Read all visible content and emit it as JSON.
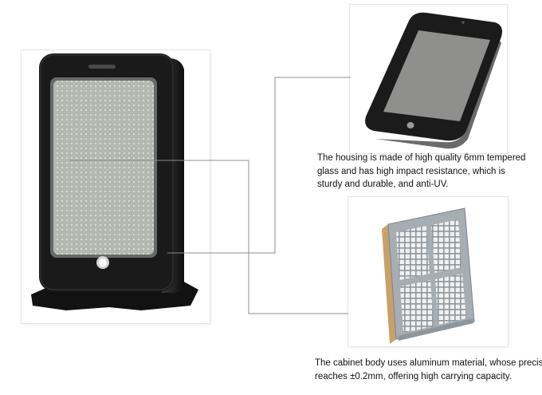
{
  "captions": {
    "glass": {
      "lines": [
        "The housing is made of high quality 6mm tempered",
        "glass and has high impact resistance, which is",
        "sturdy and durable, and anti-UV."
      ]
    },
    "cabinet": {
      "lines": [
        "The cabinet body uses aluminum material, whose precision",
        "reaches ±0.2mm, offering high carrying capacity."
      ]
    }
  },
  "colors": {
    "housing_black": "#1a1a1a",
    "screen_gray": "#b5b8b1",
    "tablet_screen": "#8f908e",
    "cabinet_frame": "#a6adb3",
    "cabinet_edge": "#c7a06a",
    "callout_line": "#8c8c8c"
  },
  "icons": {
    "main_product": "freestanding-led-poster-display-illustration",
    "glass_detail": "tempered-glass-housing-illustration",
    "cabinet_detail": "aluminum-cabinet-frame-illustration"
  }
}
